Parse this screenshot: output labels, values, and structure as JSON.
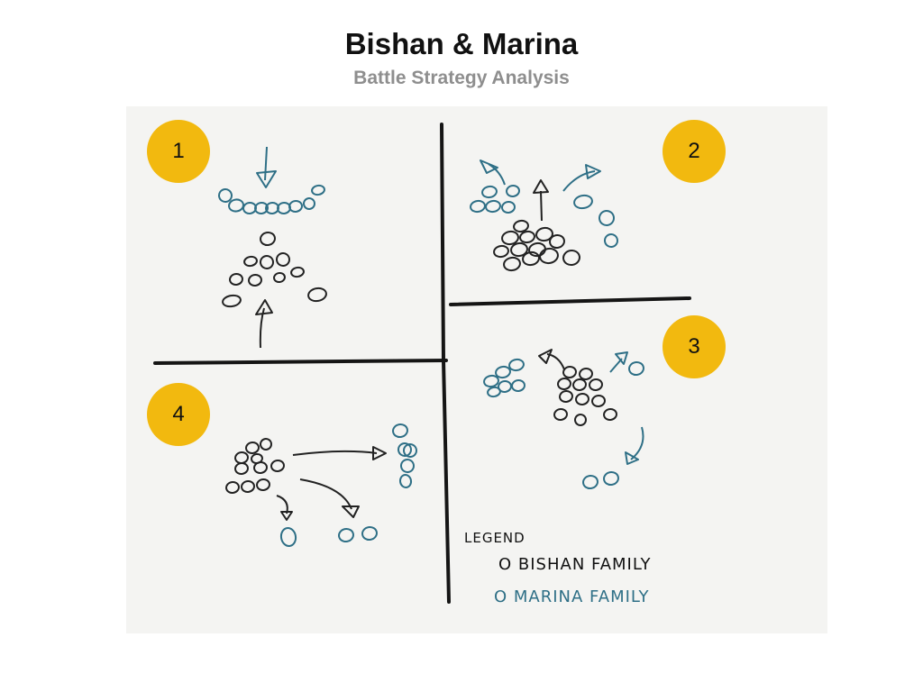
{
  "title": "Bishan & Marina",
  "subtitle": "Battle Strategy Analysis",
  "colors": {
    "bishan": "#222222",
    "marina": "#2e6f86",
    "badge": "#f2b90f",
    "canvas": "#f4f4f2"
  },
  "quadrants": [
    {
      "number": "1"
    },
    {
      "number": "2"
    },
    {
      "number": "3"
    },
    {
      "number": "4"
    }
  ],
  "legend": {
    "title": "LEGEND",
    "bishan": "O BISHAN FAMILY",
    "marina": "O MARINA FAMILY"
  }
}
